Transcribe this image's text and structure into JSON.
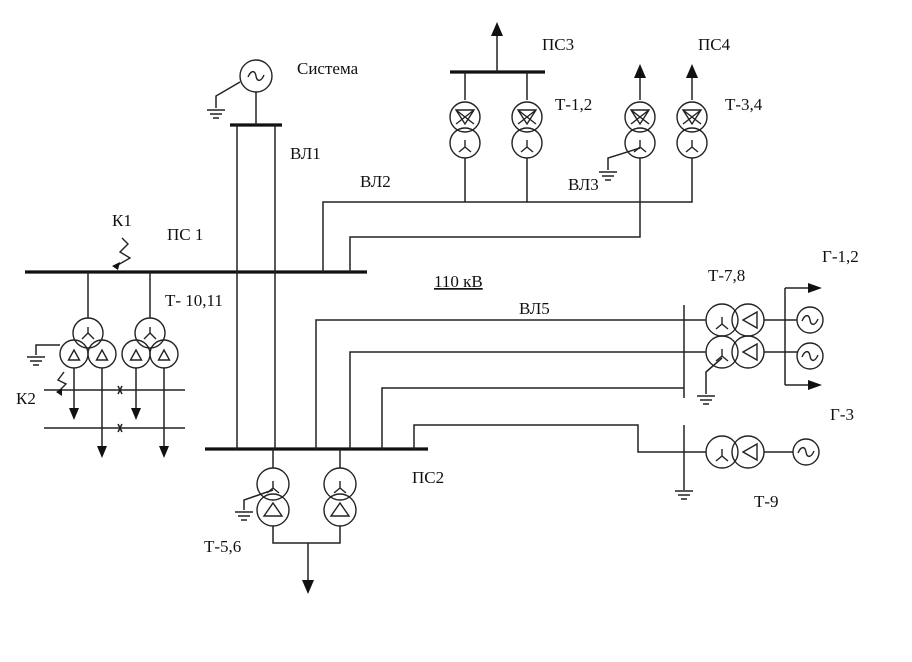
{
  "labels": {
    "sistema": "Система",
    "vl1": "ВЛ1",
    "vl2": "ВЛ2",
    "vl3": "ВЛ3",
    "vl5": "ВЛ5",
    "ps1": "ПС 1",
    "ps2": "ПС2",
    "ps3": "ПС3",
    "ps4": "ПС4",
    "k1": "К1",
    "k2": "К2",
    "t10_11": "Т- 10,11",
    "t1_2": "Т-1,2",
    "t3_4": "Т-3,4",
    "t5_6": "Т-5,6",
    "t7_8": "Т-7,8",
    "t9": "Т-9",
    "g1_2": "Г-1,2",
    "g3": "Г-3",
    "voltage": "110 кВ"
  }
}
